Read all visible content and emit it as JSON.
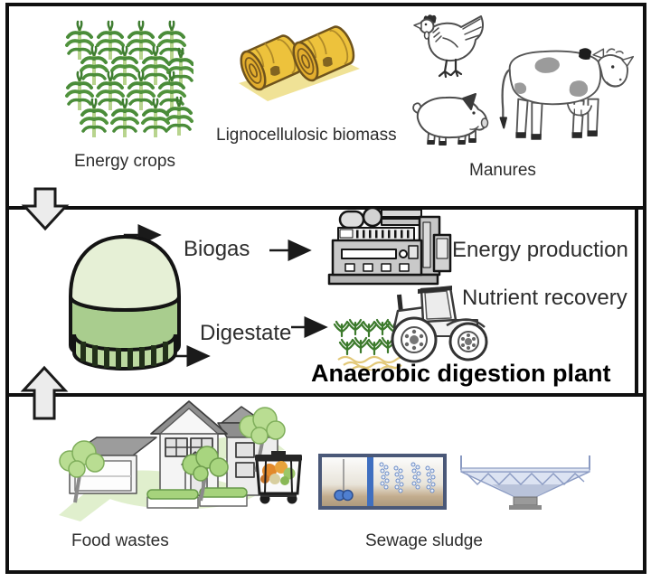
{
  "diagram": {
    "top_panel": {
      "energy_crops": "Energy crops",
      "lignocellulosic": "Lignocellulosic biomass",
      "manures": "Manures"
    },
    "middle_panel": {
      "biogas": "Biogas",
      "digestate": "Digestate",
      "energy_production": "Energy production",
      "nutrient_recovery": "Nutrient recovery",
      "title": "Anaerobic digestion plant"
    },
    "bottom_panel": {
      "food_wastes": "Food wastes",
      "sewage_sludge": "Sewage sludge"
    }
  },
  "icons": [
    "corn-field-icon",
    "hay-bales-icon",
    "chicken-icon",
    "pig-icon",
    "cow-icon",
    "block-arrow-down-icon",
    "block-arrow-up-icon",
    "digester-tank-icon",
    "generator-icon",
    "tractor-field-icon",
    "house-icon",
    "food-waste-bin-icon",
    "aeration-tank-icon",
    "clarifier-icon",
    "flow-arrow-icon"
  ],
  "colors": {
    "outline": "#1a1a1a",
    "tank_dome": "#e6f0d6",
    "tank_body": "#a9cd8e",
    "tank_slats": "#bcd9a0",
    "corn_leaf": "#4a8c39",
    "bale_gold": "#edc23c",
    "machine_gray": "#c9c9c9",
    "lawn_green": "#e0efcd",
    "foliage_green": "#b9dd92",
    "water_blue": "#3f6fc0",
    "sludge_tan": "#b19678",
    "block_arrow_fill": "#ececec",
    "cow_spot_gray": "#9b9b9b"
  }
}
